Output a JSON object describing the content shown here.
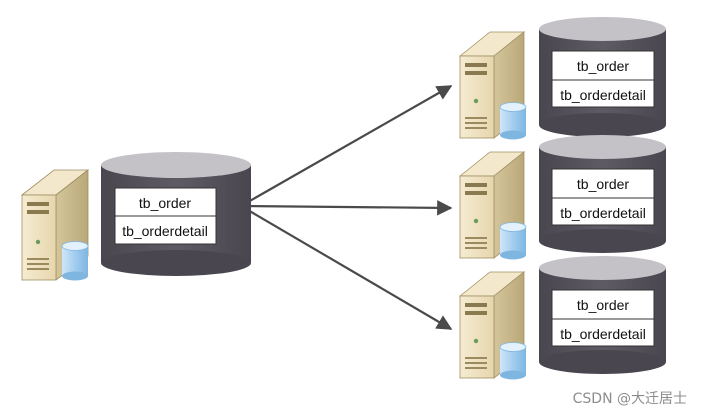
{
  "diagram": {
    "source_node": {
      "tables": [
        "tb_order",
        "tb_orderdetail"
      ]
    },
    "target_nodes": [
      {
        "tables": [
          "tb_order",
          "tb_orderdetail"
        ]
      },
      {
        "tables": [
          "tb_order",
          "tb_orderdetail"
        ]
      },
      {
        "tables": [
          "tb_order",
          "tb_orderdetail"
        ]
      }
    ],
    "colors": {
      "cylinder_body": "#555159",
      "cylinder_top": "#c4c2c7",
      "server_beige": "#efe3c3",
      "server_shade": "#c8b98e",
      "db_icon": "#a8d1ef",
      "arrow": "#4a4a4a"
    },
    "icons": [
      "server-icon",
      "database-icon",
      "database-cylinder-icon"
    ]
  },
  "watermark": {
    "text": "CSDN @大迁居士"
  }
}
